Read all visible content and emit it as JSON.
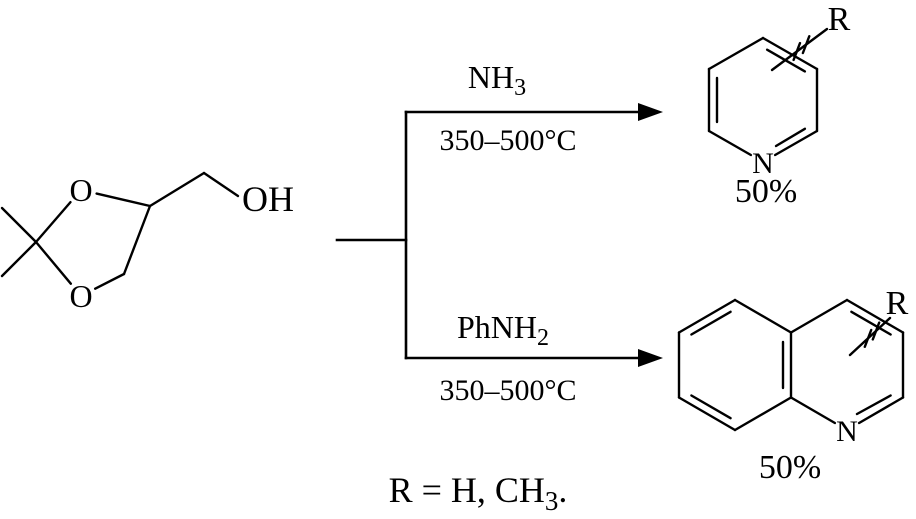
{
  "scheme": {
    "reactant": {
      "o_top": "O",
      "o_bottom": "O",
      "oh_label": "OH"
    },
    "branch_top": {
      "reagent_base": "NH",
      "reagent_sub": "3",
      "conditions": "350–500°C"
    },
    "branch_bottom": {
      "reagent_base": "PhNH",
      "reagent_sub": "2",
      "conditions": "350–500°C"
    },
    "product_top": {
      "n_label": "N",
      "r_label": "R",
      "yield": "50%"
    },
    "product_bottom": {
      "n_label": "N",
      "r_label": "R",
      "yield": "50%"
    },
    "footnote": {
      "base": "R = H, CH",
      "sub": "3",
      "suffix": "."
    }
  }
}
